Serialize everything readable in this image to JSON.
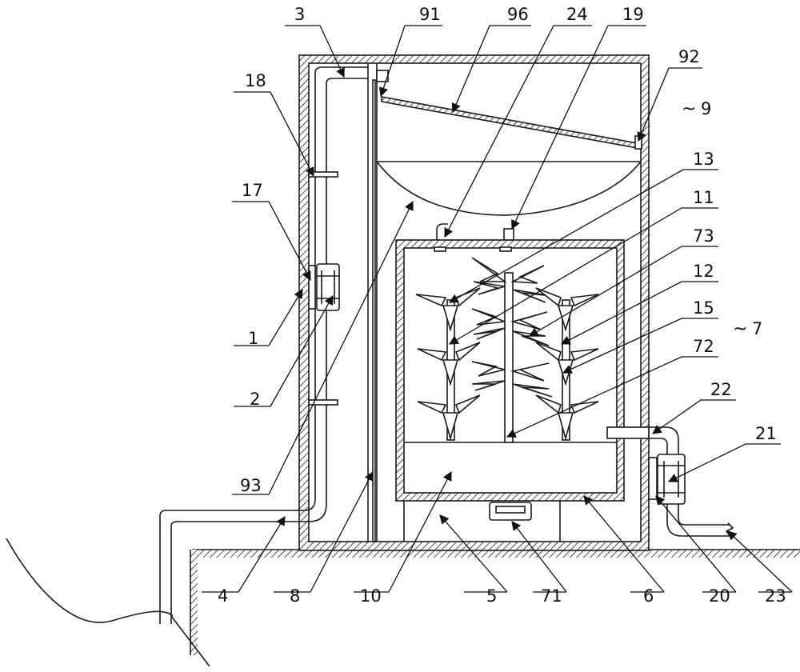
{
  "figure": {
    "labels": {
      "l1": "1",
      "l2": "2",
      "l3": "3",
      "l4": "4",
      "l5": "5",
      "l6": "6",
      "l7": "7",
      "l8": "8",
      "l9": "9",
      "l10": "10",
      "l11": "11",
      "l12": "12",
      "l13": "13",
      "l15": "15",
      "l17": "17",
      "l18": "18",
      "l19": "19",
      "l20": "20",
      "l21": "21",
      "l22": "22",
      "l23": "23",
      "l24": "24",
      "l71": "71",
      "l72": "72",
      "l73": "73",
      "l91": "91",
      "l92": "92",
      "l93": "93",
      "l96": "96"
    },
    "tilde": "~",
    "colors": {
      "line": "#1a1a1a",
      "background": "#ffffff"
    }
  }
}
